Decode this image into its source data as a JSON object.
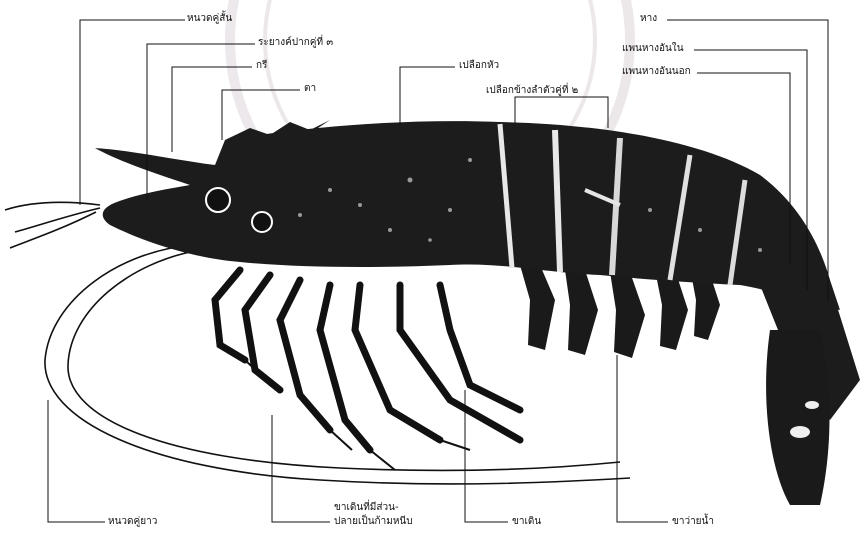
{
  "figure": {
    "title": "",
    "labels": {
      "short_antenna": "หนวดคู่สั้น",
      "third_maxilliped": "ระยางค์ปากคู่ที่ ๓",
      "rostrum": "กรี",
      "eye": "ตา",
      "carapace": "เปลือกหัว",
      "second_pleura": "เปลือกข้างลำตัวคู่ที่ ๒",
      "telson": "หาง",
      "inner_uropod": "แพนหางอันใน",
      "outer_uropod": "แพนหางอันนอก",
      "long_antenna": "หนวดคู่ยาว",
      "chelate_legs": "ขาเดินที่มีส่วน-",
      "chelate_legs_2": "ปลายเป็นก้ามหนีบ",
      "walking_legs": "ขาเดิน",
      "swimmerets": "ขาว่ายน้ำ"
    },
    "colors": {
      "ink": "#111111",
      "paper": "#ffffff",
      "watermark": "#d9d3d6"
    }
  }
}
